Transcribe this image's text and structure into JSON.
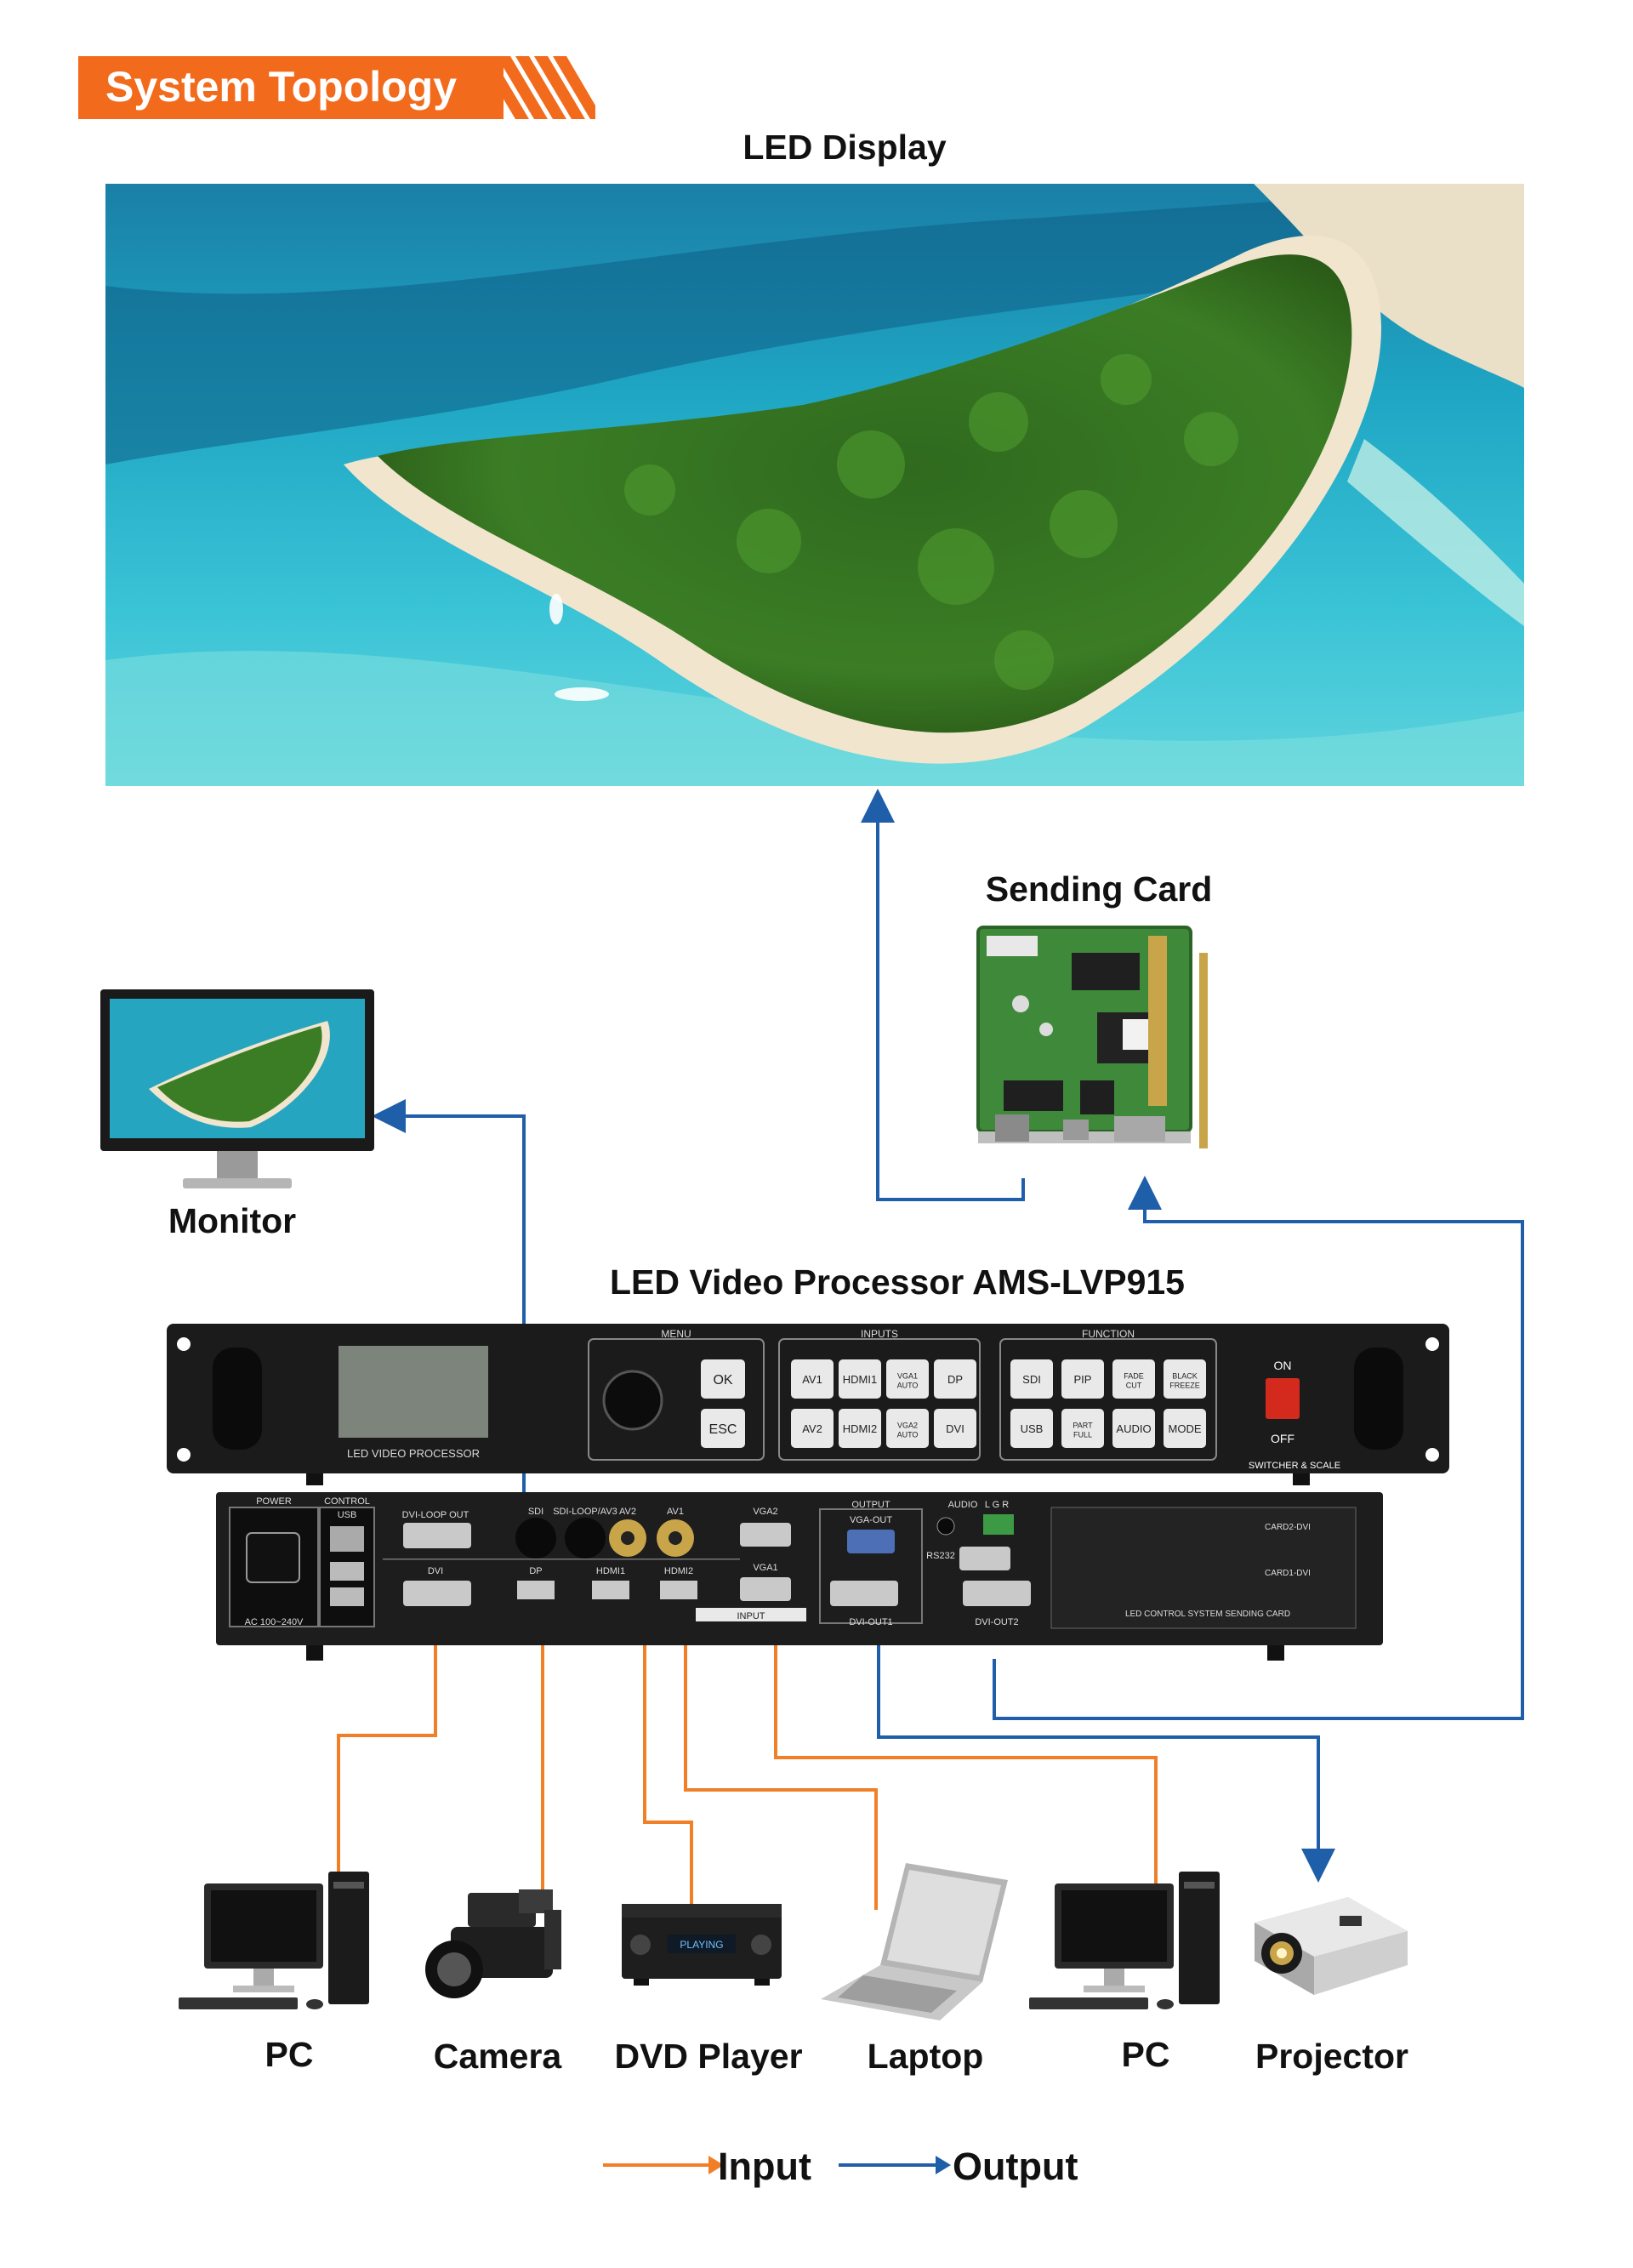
{
  "header": {
    "title": "System Topology",
    "accent_color": "#f26b1d"
  },
  "display": {
    "label": "LED Display"
  },
  "sending_card": {
    "label": "Sending Card"
  },
  "monitor": {
    "label": "Monitor"
  },
  "processor": {
    "label": "LED Video Processor AMS-LVP915",
    "front": {
      "screen_caption": "LED VIDEO PROCESSOR",
      "menu_title": "MENU",
      "menu_buttons": [
        "OK",
        "ESC"
      ],
      "inputs_title": "INPUTS",
      "input_buttons_top": [
        "AV1",
        "HDMI1",
        "VGA1 AUTO",
        "DP"
      ],
      "input_buttons_bottom": [
        "AV2",
        "HDMI2",
        "VGA2 AUTO",
        "DVI"
      ],
      "function_title": "FUNCTION",
      "function_buttons_top": [
        "SDI",
        "PIP",
        "FADE CUT",
        "BLACK FREEZE"
      ],
      "function_buttons_bottom": [
        "USB",
        "PART FULL",
        "AUDIO",
        "MODE"
      ],
      "switch_on": "ON",
      "switch_off": "OFF",
      "model_caption": "SWITCHER & SCALE"
    },
    "rear": {
      "power": "POWER",
      "power_rating": "AC 100~240V",
      "control": "CONTROL",
      "usb": "USB",
      "dvi_loop_out": "DVI-LOOP OUT",
      "dvi": "DVI",
      "sdi": "SDI",
      "sdi_loop": "SDI-LOOP/AV3",
      "av2": "AV2",
      "av1": "AV1",
      "vga2": "VGA2",
      "vga1": "VGA1",
      "dp": "DP",
      "hdmi1": "HDMI1",
      "hdmi2": "HDMI2",
      "input": "INPUT",
      "output": "OUTPUT",
      "vga_out": "VGA-OUT",
      "audio": "AUDIO",
      "audio_lgr": "L  G  R",
      "rs232": "RS232",
      "dvi_out1": "DVI-OUT1",
      "dvi_out2": "DVI-OUT2",
      "card2": "CARD2-DVI",
      "card1": "CARD1-DVI",
      "card_caption": "LED CONTROL SYSTEM SENDING CARD"
    }
  },
  "devices": [
    {
      "label": "PC",
      "icon": "desktop-pc-icon"
    },
    {
      "label": "Camera",
      "icon": "video-camera-icon"
    },
    {
      "label": "DVD Player",
      "icon": "dvd-player-icon",
      "screen_text": "PLAYING"
    },
    {
      "label": "Laptop",
      "icon": "laptop-icon"
    },
    {
      "label": "PC",
      "icon": "desktop-pc-icon"
    },
    {
      "label": "Projector",
      "icon": "projector-icon"
    }
  ],
  "legend": {
    "input_label": "Input",
    "input_color": "#f07f28",
    "output_label": "Output",
    "output_color": "#1f5ea8"
  }
}
